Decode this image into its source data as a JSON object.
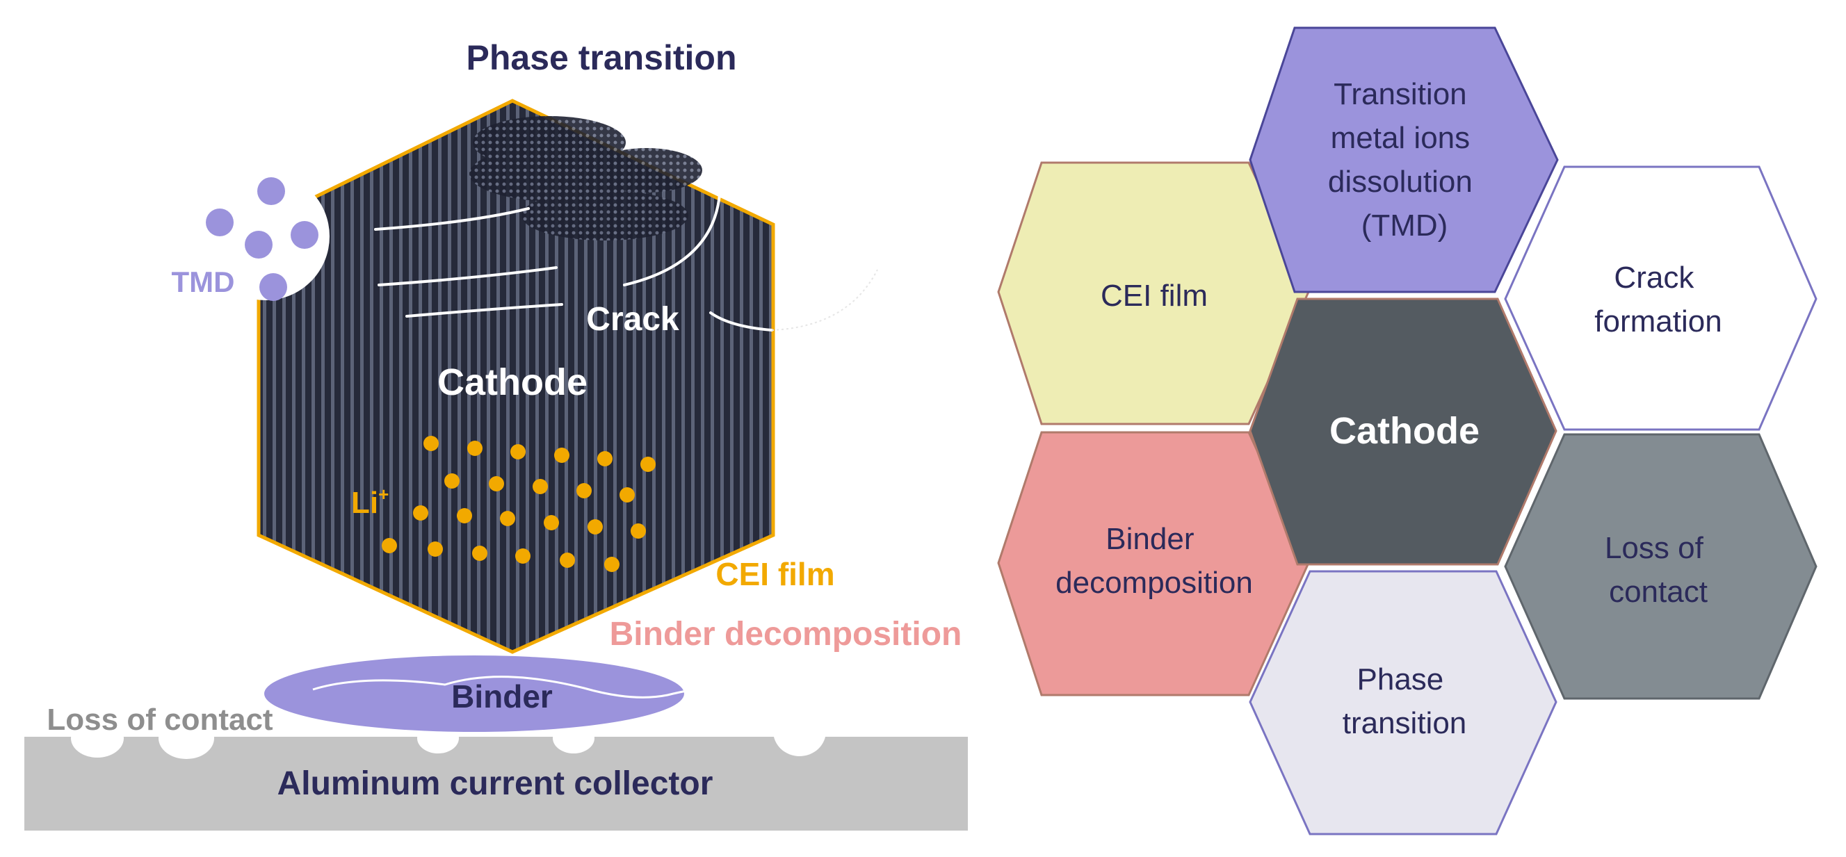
{
  "left": {
    "phase_transition": "Phase transition",
    "tmd": "TMD",
    "crack": "Crack",
    "cathode": "Cathode",
    "li": "Li",
    "li_sup": "+",
    "cei_film": "CEI film",
    "binder_decomposition": "Binder decomposition",
    "binder": "Binder",
    "loss_of_contact": "Loss of contact",
    "collector": "Aluminum current collector"
  },
  "right": {
    "cells": [
      {
        "id": "tmd",
        "lines": [
          "Transition",
          "metal ions",
          "dissolution",
          "(TMD)"
        ]
      },
      {
        "id": "cei",
        "lines": [
          "CEI film"
        ]
      },
      {
        "id": "crack",
        "lines": [
          "Crack",
          "formation"
        ]
      },
      {
        "id": "cathode",
        "lines": [
          "Cathode"
        ]
      },
      {
        "id": "binder",
        "lines": [
          "Binder",
          "decomposition"
        ]
      },
      {
        "id": "loss",
        "lines": [
          "Loss of",
          "contact"
        ]
      },
      {
        "id": "phase",
        "lines": [
          "Phase",
          "transition"
        ]
      }
    ]
  },
  "colors": {
    "navy": "#2b2a5a",
    "purple": "#9b93dc",
    "gold": "#f2a900",
    "pink": "#ee9a99",
    "cathode_dark": "#2c3140",
    "yellow_hex": "#eeedb4",
    "pink_hex": "#ec9a99",
    "gray_hex": "#838c92",
    "light_hex": "#e7e6ef",
    "center_hex": "#545b61",
    "collector": "#c4c4c4",
    "gray_text": "#8e8e8e"
  }
}
